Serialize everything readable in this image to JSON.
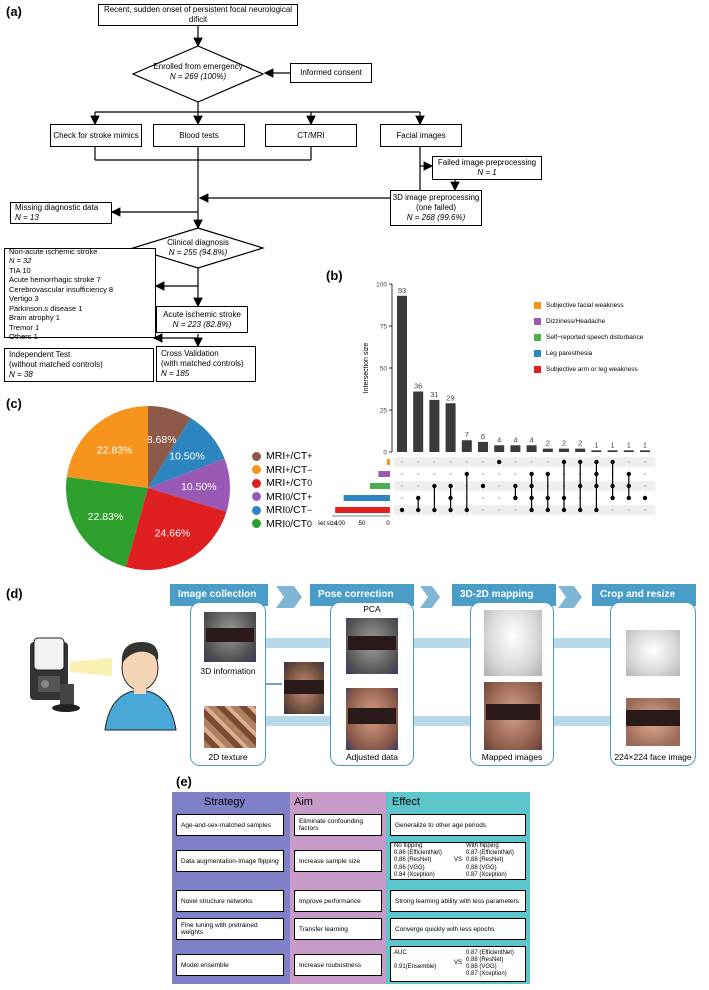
{
  "panels": {
    "a": "(a)",
    "b": "(b)",
    "c": "(c)",
    "d": "(d)",
    "e": "(e)"
  },
  "flow": {
    "onset": "Recent, sudden onset of persistent focal neurological dificit",
    "enrolled_title": "Enrolled from emergency",
    "enrolled_n": "N = 269 (100%)",
    "consent": "Informed consent",
    "mimics": "Check for stroke mimics",
    "blood": "Blood tests",
    "ctmri": "CT/MRI",
    "facial": "Facial images",
    "failed_title": "Failed image preprocessing",
    "failed_n": "N = 1",
    "preproc_l1": "3D image preprocessing",
    "preproc_l2": "(one failed)",
    "preproc_n": "N = 268 (99.6%)",
    "missing_title": "Missing diagnostic data",
    "missing_n": "N = 13",
    "clinical_title": "Clinical diagnosis",
    "clinical_n": "N = 255 (94.8%)",
    "nonacute": [
      "Non-acute ischemic stroke",
      "N = 32",
      "TIA 10",
      "Acute hemorrhagic stroke 7",
      "Cerebrovascular insufficiency 8",
      "Vertigo 3",
      "Parkinson.s disease 1",
      "Brain atrophy 1",
      "Tremor 1",
      "Others 1"
    ],
    "acute_title": "Acute ischemic stroke",
    "acute_n": "N = 223 (82.8%)",
    "indep_l1": "Independent Test",
    "indep_l2": "(without matched controls)",
    "indep_n": "N = 38",
    "cv_l1": "Cross Validation",
    "cv_l2": "(with matched controls)",
    "cv_n": "N = 185"
  },
  "chart_data": [
    {
      "type": "bar",
      "subtype": "upset",
      "ylabel": "Intersection size",
      "yticks": [
        0,
        25,
        50,
        75,
        100
      ],
      "ylim": [
        0,
        100
      ],
      "values": [
        93,
        36,
        31,
        29,
        7,
        6,
        4,
        4,
        4,
        2,
        2,
        2,
        1,
        1,
        1,
        1
      ],
      "sets": [
        {
          "name": "Subjective facial weakness",
          "color": "#f7941d",
          "size": 6
        },
        {
          "name": "Dizziness/Headache",
          "color": "#9b59b6",
          "size": 22
        },
        {
          "name": "Self−reported speech disturbance",
          "color": "#4caf50",
          "size": 38
        },
        {
          "name": "Leg paresthesia",
          "color": "#2e86c1",
          "size": 88
        },
        {
          "name": "Subjective arm or leg weakness",
          "color": "#e02020",
          "size": 104
        }
      ],
      "set_size_label": "Set size",
      "set_size_ticks": [
        "100",
        "50",
        "0"
      ],
      "membership": [
        [
          4
        ],
        [
          3,
          4
        ],
        [
          2,
          4
        ],
        [
          2,
          3,
          4
        ],
        [
          1,
          4
        ],
        [
          2
        ],
        [
          0
        ],
        [
          2,
          3
        ],
        [
          1,
          2,
          3,
          4
        ],
        [
          1,
          3,
          4
        ],
        [
          0,
          3,
          4
        ],
        [
          0,
          2,
          4
        ],
        [
          0,
          1,
          2,
          4
        ],
        [
          0,
          2,
          3
        ],
        [
          1,
          2,
          3
        ],
        [
          3
        ]
      ]
    },
    {
      "type": "pie",
      "slices": [
        {
          "label": "MRI+/CT+",
          "value": 8.68,
          "color": "#8d5a4a"
        },
        {
          "label": "MRI+/CT−",
          "value": 22.83,
          "color": "#f7941d"
        },
        {
          "label": "MRI+/CT0",
          "value": 24.66,
          "color": "#e02020"
        },
        {
          "label": "MRI0/CT+",
          "value": 10.5,
          "color": "#9b59b6"
        },
        {
          "label": "MRI0/CT−",
          "value": 10.5,
          "color": "#2e86c1"
        },
        {
          "label": "MRI0/CT0",
          "value": 22.83,
          "color": "#2ea02e"
        }
      ],
      "legend": [
        {
          "mri": "MRI",
          "msup": "+",
          "ct": "/CT",
          "csup": "+",
          "color": "#8d5a4a"
        },
        {
          "mri": "MRI",
          "msup": "+",
          "ct": "/CT",
          "csup": "−",
          "color": "#f7941d"
        },
        {
          "mri": "MRI",
          "msup": "+",
          "ct": "/CT",
          "csup": "0",
          "color": "#e02020"
        },
        {
          "mri": "MRI",
          "msup": "0",
          "ct": "/CT",
          "csup": "+",
          "color": "#9b59b6"
        },
        {
          "mri": "MRI",
          "msup": "0",
          "ct": "/CT",
          "csup": "−",
          "color": "#2e86c1"
        },
        {
          "mri": "MRI",
          "msup": "0",
          "ct": "/CT",
          "csup": "0",
          "color": "#2ea02e"
        }
      ]
    }
  ],
  "pipeline": {
    "stages": [
      "Image collection",
      "Pose correction",
      "3D-2D mapping",
      "Crop and resize"
    ],
    "info3d": "3D information",
    "tex2d": "2D texture",
    "pca": "PCA",
    "adjusted": "Adjusted data",
    "mapped": "Mapped images",
    "face224": "224×224 face image",
    "accent": "#4a9dc7"
  },
  "table": {
    "headers": [
      "Strategy",
      "Aim",
      "Effect"
    ],
    "rows": [
      {
        "strategy": "Age-and-sex-matched samples",
        "aim": "Eliminate confounding factors",
        "effect": "Generalize to other age periods"
      },
      {
        "strategy": "Data augmentation-Image flipping",
        "aim": "Increase sample size"
      },
      {
        "strategy": "Novel structure networks",
        "aim": "Improve performance",
        "effect": "Strong learning ability with less parameters"
      },
      {
        "strategy": "Fine tuning with pretrained weights",
        "aim": "Transfer learning",
        "effect": "Converge quickly with less epochs"
      },
      {
        "strategy": "Model ensemble",
        "aim": "Increase roubustness"
      }
    ],
    "flip": {
      "left_head": "No flipping",
      "right_head": "With flipping",
      "vs": "VS",
      "left": [
        "0.86 (EfficientNet)",
        "0.86 (ResNet)",
        "0.86 (VGG)",
        "0.84 (Xception)"
      ],
      "right": [
        "0.87 (EfficientNet)",
        "0.88 (ResNet)",
        "0.88 (VGG)",
        "0.87 (Xception)"
      ]
    },
    "ensemble": {
      "auc": "AUC",
      "ens": "0.91(Ensemble)",
      "vs": "VS",
      "right": [
        "0.87 (EfficientNet)",
        "0.88 (ResNet)",
        "0.88 (VGG)",
        "0.87 (Xception)"
      ]
    },
    "colors": {
      "strategy": "#8080c8",
      "aim": "#c89ac8",
      "effect": "#5cc6cc"
    }
  }
}
